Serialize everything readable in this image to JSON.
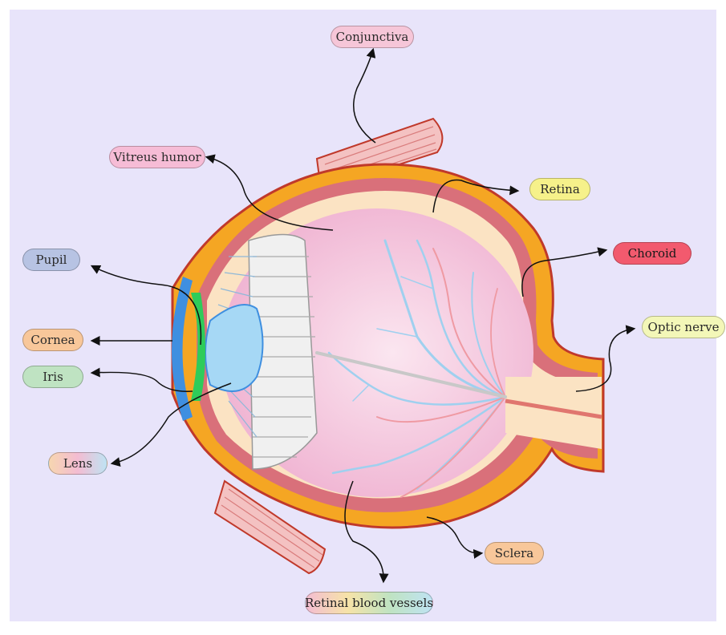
{
  "labels": {
    "conjunctiva": "Conjunctiva",
    "vitreous_humor": "Vitreus humor",
    "retina": "Retina",
    "choroid": "Choroid",
    "pupil": "Pupil",
    "optic_nerve": "Optic nerve",
    "cornea": "Cornea",
    "iris": "Iris",
    "lens": "Lens",
    "sclera": "Sclera",
    "retinal_blood_vessels": "Retinal blood vessels"
  },
  "colors": {
    "background": "#e8e4fa",
    "sclera": "#f5a623",
    "outer_outline": "#c0392b",
    "choroid": "#d9707a",
    "retina": "#fbe3c3",
    "vitreous": "#f2b6d3",
    "lens": "#a6d8f5",
    "cornea": "#3f8fe0",
    "iris": "#2ecc5a",
    "veins": "#9fd0ef",
    "arteries": "#ef9aa3",
    "muscle": "#f3b8b8"
  }
}
